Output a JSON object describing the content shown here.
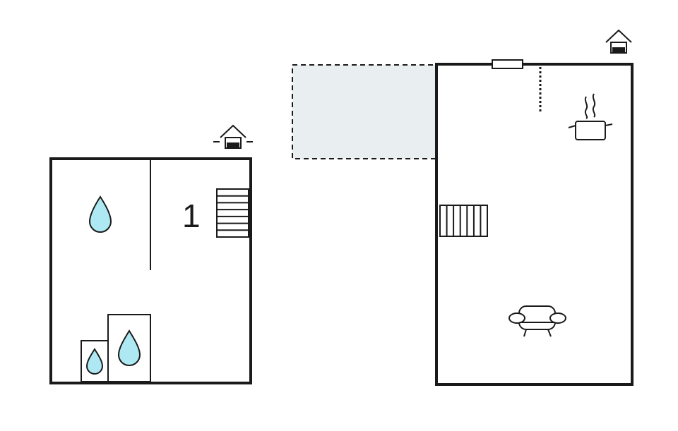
{
  "floors": [
    {
      "id": "lower-floor",
      "label": "1",
      "icons": [
        "entrance-house-icon",
        "water-drop-icon",
        "stairs-icon",
        "shower-icon",
        "toilet-icon"
      ]
    },
    {
      "id": "upper-floor",
      "label": "",
      "icons": [
        "entrance-house-icon",
        "window-icon",
        "kitchen-pot-icon",
        "stairs-icon",
        "sofa-icon"
      ]
    }
  ],
  "colors": {
    "wall": "#1a1a1a",
    "water": "#aee9f3",
    "terrace": "#e9eff0",
    "background": "#ffffff"
  }
}
